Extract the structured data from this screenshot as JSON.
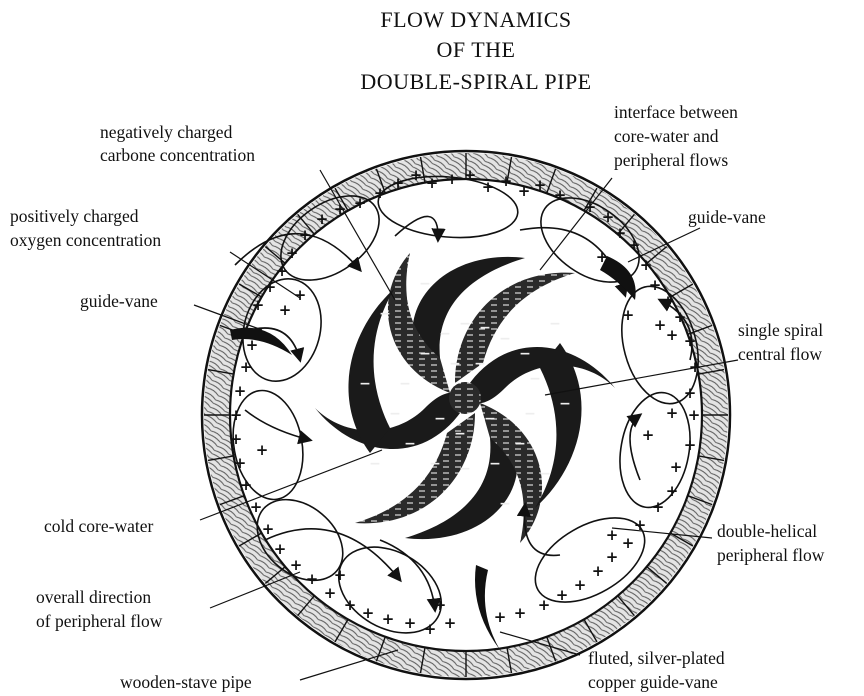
{
  "title": {
    "line1": "FLOW DYNAMICS",
    "line2": "OF THE",
    "line3": "DOUBLE-SPIRAL PIPE"
  },
  "labels": {
    "neg_carbon": [
      "negatively charged",
      "carbone concentration"
    ],
    "interface": [
      "interface between",
      "core-water and",
      "peripheral flows"
    ],
    "pos_oxygen": [
      "positively charged",
      "oxygen concentration"
    ],
    "guide_vane_right": [
      "guide-vane"
    ],
    "guide_vane_left": [
      "guide-vane"
    ],
    "single_spiral": [
      "single spiral",
      "central flow"
    ],
    "cold_core": [
      "cold core-water"
    ],
    "double_helical": [
      "double-helical",
      "peripheral flow"
    ],
    "overall_direction": [
      "overall direction",
      "of peripheral flow"
    ],
    "wooden_stave": [
      "wooden-stave pipe"
    ],
    "fluted_vane": [
      "fluted, silver-plated",
      "copper guide-vane"
    ]
  },
  "symbols": {
    "plus": "+",
    "minus": "−"
  },
  "colors": {
    "ink": "#111111",
    "paper": "#ffffff",
    "wood": "#d8d8d8"
  }
}
